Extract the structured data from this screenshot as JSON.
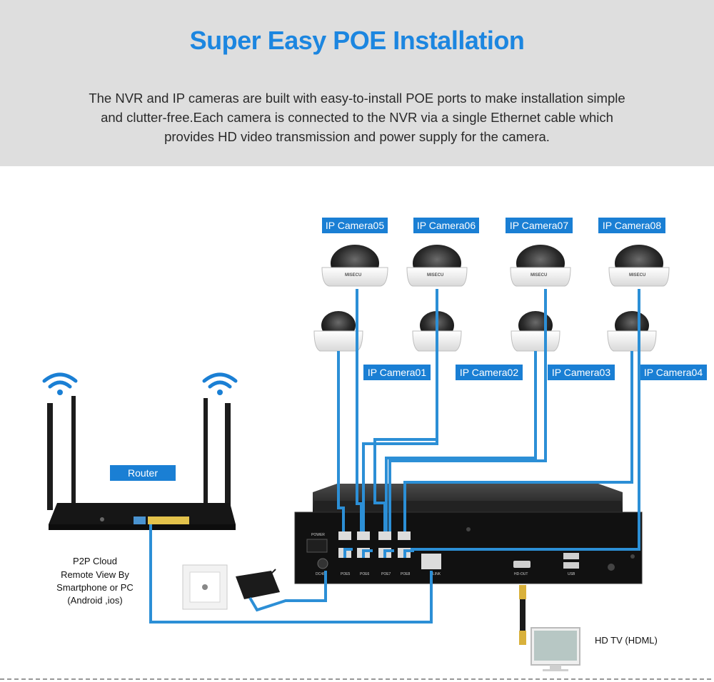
{
  "header": {
    "title": "Super Easy POE Installation",
    "description": [
      "The NVR and IP cameras are built with easy-to-install POE ports to make installation simple",
      "and clutter-free.Each camera is connected to the NVR via a single Ethernet cable which",
      "provides HD video transmission and power supply for the camera."
    ]
  },
  "cameras": {
    "top": [
      "IP Camera05",
      "IP Camera06",
      "IP Camera07",
      "IP Camera08"
    ],
    "bottom": [
      "IP Camera01",
      "IP Camera02",
      "IP Camera03",
      "IP Camera04"
    ],
    "brand": "MISECU"
  },
  "router": {
    "label": "Router"
  },
  "p2p": [
    "P2P Cloud",
    "Remote View By",
    "Smartphone or PC",
    "(Android ,ios)"
  ],
  "nvr": {
    "power_label": "POWER",
    "dc_label": "DC48V",
    "poe_ports": [
      "POE5",
      "POE6",
      "POE7",
      "POE8"
    ],
    "lan_label": "LINK",
    "hdmi_label": "HD-OUT",
    "usb_label": "USB"
  },
  "tv": {
    "label": "HD TV (HDML)"
  },
  "colors": {
    "accent": "#1c86e0",
    "cable": "#2c8fd6",
    "label_bg": "#1a7fd4"
  }
}
